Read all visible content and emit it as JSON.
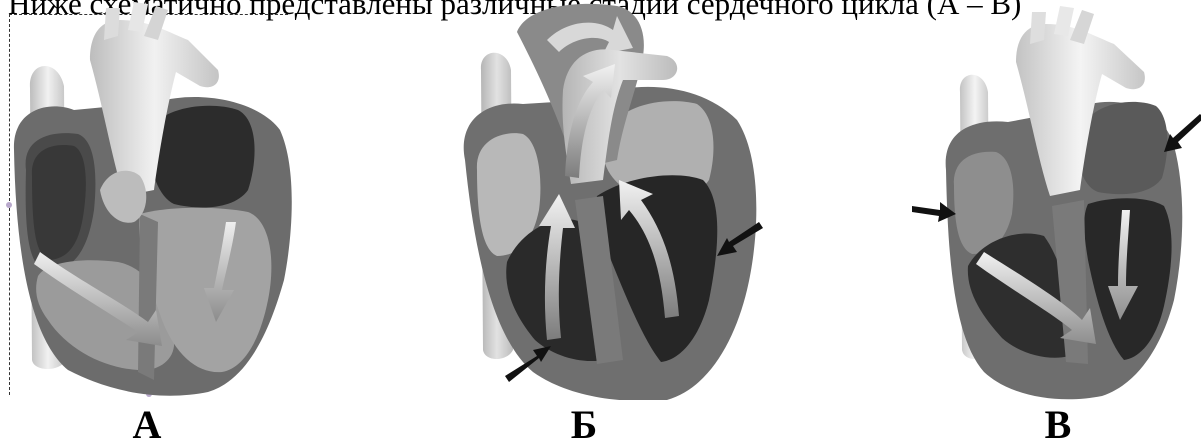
{
  "caption": "Ниже схематично представлены различные стадии сердечного цикла (А – В)",
  "panels": [
    {
      "label": "А"
    },
    {
      "label": "Б"
    },
    {
      "label": "В"
    }
  ]
}
